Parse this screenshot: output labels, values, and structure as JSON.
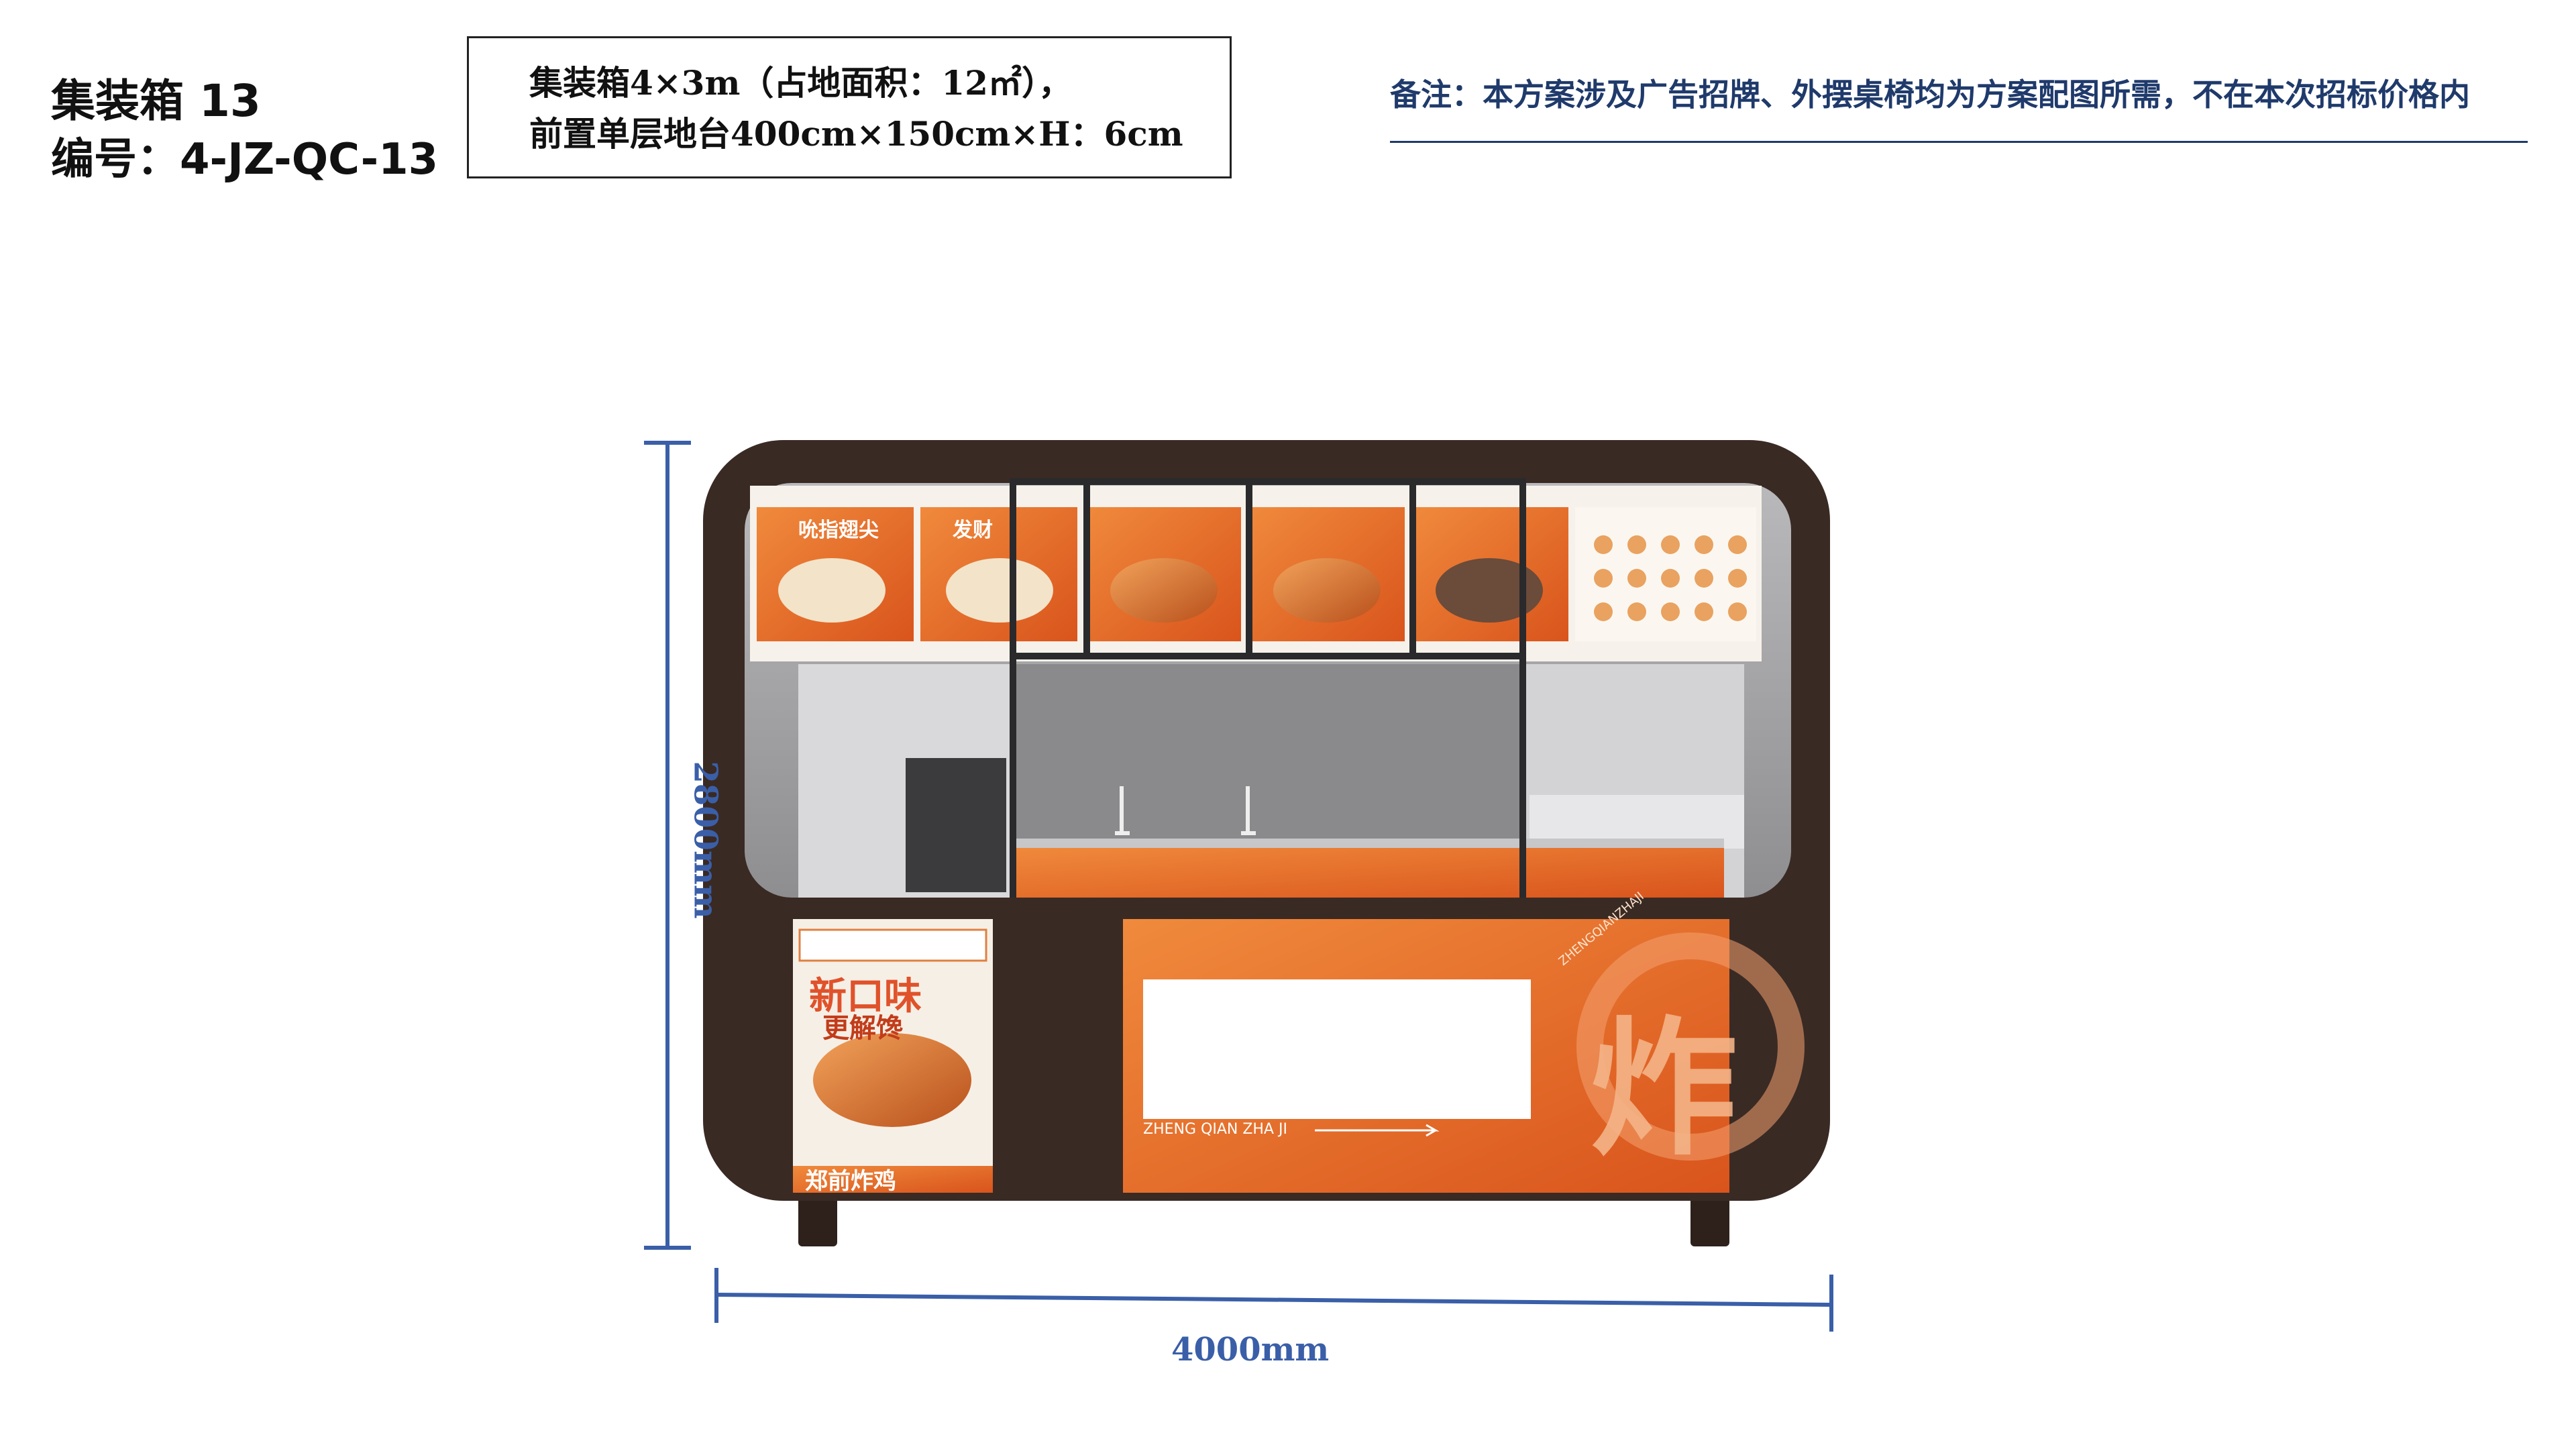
{
  "header": {
    "title": "集装箱 13",
    "code": "编号：4-JZ-QC-13",
    "spec_line_1": "集装箱4×3m（占地面积：12㎡），",
    "spec_line_2": "前置单层地台400cm×150cm×H：6cm",
    "note": "备注：本方案涉及广告招牌、外摆桌椅均为方案配图所需，不在本次招标价格内"
  },
  "dimensions": {
    "height_label": "2800mm",
    "width_label": "4000mm"
  },
  "kiosk": {
    "menu_items": [
      "吮指翅尖",
      "发财"
    ],
    "left_poster": {
      "headline_1": "新口味",
      "headline_2": "更解馋",
      "footer": "郑前炸鸡"
    },
    "right_panel": {
      "brand_romanized": "ZHENG QIAN ZHA JI",
      "big_char": "炸",
      "ring_text": "ZHENGQIANZHAJI"
    }
  },
  "colors": {
    "accent": "#3a5fa8",
    "note_blue": "#1f3a6b",
    "frame_brown": "#3a2a24",
    "orange": "#e8672a",
    "glass_gray": "#9a9a9c"
  }
}
